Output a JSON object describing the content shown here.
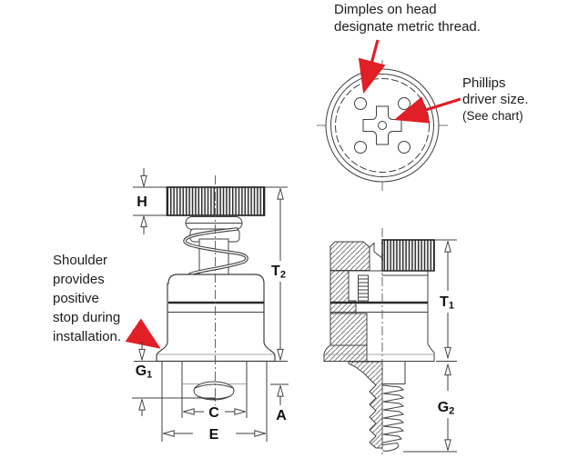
{
  "callouts": {
    "dimples": {
      "lines": [
        "Dimples on head",
        "designate metric thread."
      ]
    },
    "phillips": {
      "lines": [
        "Phillips",
        "driver size.",
        "(See chart)"
      ]
    },
    "shoulder": {
      "lines": [
        "Shoulder",
        "provides",
        "positive",
        "stop during",
        "installation."
      ]
    }
  },
  "dims": {
    "h": {
      "main": "H",
      "sub": ""
    },
    "t2": {
      "main": "T",
      "sub": "2"
    },
    "t1": {
      "main": "T",
      "sub": "1"
    },
    "g1": {
      "main": "G",
      "sub": "1"
    },
    "g2": {
      "main": "G",
      "sub": "2"
    },
    "c": {
      "main": "C",
      "sub": ""
    },
    "e": {
      "main": "E",
      "sub": ""
    },
    "a": {
      "main": "A",
      "sub": ""
    }
  },
  "colors": {
    "annotation_arrow": "#e01f26",
    "drawing_line": "#3f3f3f",
    "text": "#1c1c1c"
  }
}
